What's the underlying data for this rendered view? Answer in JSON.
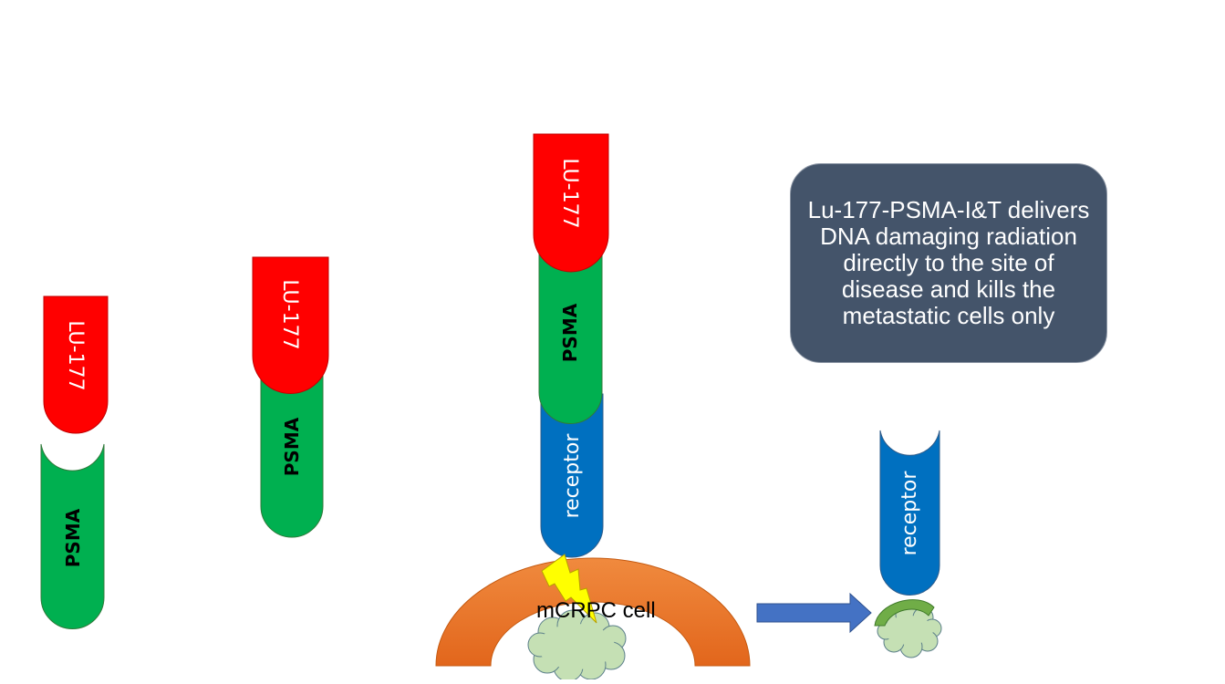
{
  "labels": {
    "lu177": "LU-177",
    "psma": "PSMA",
    "receptor": "receptor",
    "cell": "mCRPC  cell"
  },
  "callout": {
    "text": "Lu-177-PSMA-I&T delivers DNA damaging radiation directly to the site of disease and kills the metastatic cells only"
  },
  "colors": {
    "lu177": "#ff0000",
    "psma": "#00b050",
    "receptor": "#0070c0",
    "cell": "#ed7d31",
    "nucleus": "#c5e0b4",
    "lightning": "#ffff00",
    "arrow": "#4472c4",
    "callout": "#44546a"
  }
}
